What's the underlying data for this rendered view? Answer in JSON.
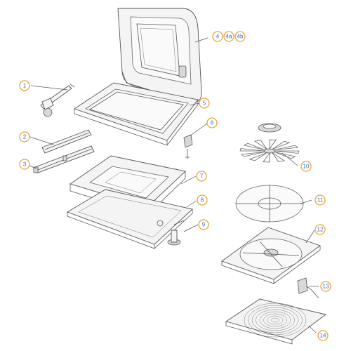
{
  "callouts": [
    {
      "id": "c1",
      "label": "1"
    },
    {
      "id": "c2",
      "label": "2"
    },
    {
      "id": "c3",
      "label": "3"
    },
    {
      "id": "c4",
      "label": "4"
    },
    {
      "id": "c4a",
      "label": "4a"
    },
    {
      "id": "c4b",
      "label": "4b"
    },
    {
      "id": "c5",
      "label": "5"
    },
    {
      "id": "c6",
      "label": "6"
    },
    {
      "id": "c7",
      "label": "7"
    },
    {
      "id": "c8",
      "label": "8"
    },
    {
      "id": "c9",
      "label": "9"
    },
    {
      "id": "c10",
      "label": "10"
    },
    {
      "id": "c11",
      "label": "11"
    },
    {
      "id": "c12",
      "label": "12"
    },
    {
      "id": "c13",
      "label": "13"
    },
    {
      "id": "c14",
      "label": "14"
    }
  ],
  "colors": {
    "callout_ring": "#e8a33a",
    "callout_text": "#3a6fb0",
    "outline": "#555555"
  }
}
